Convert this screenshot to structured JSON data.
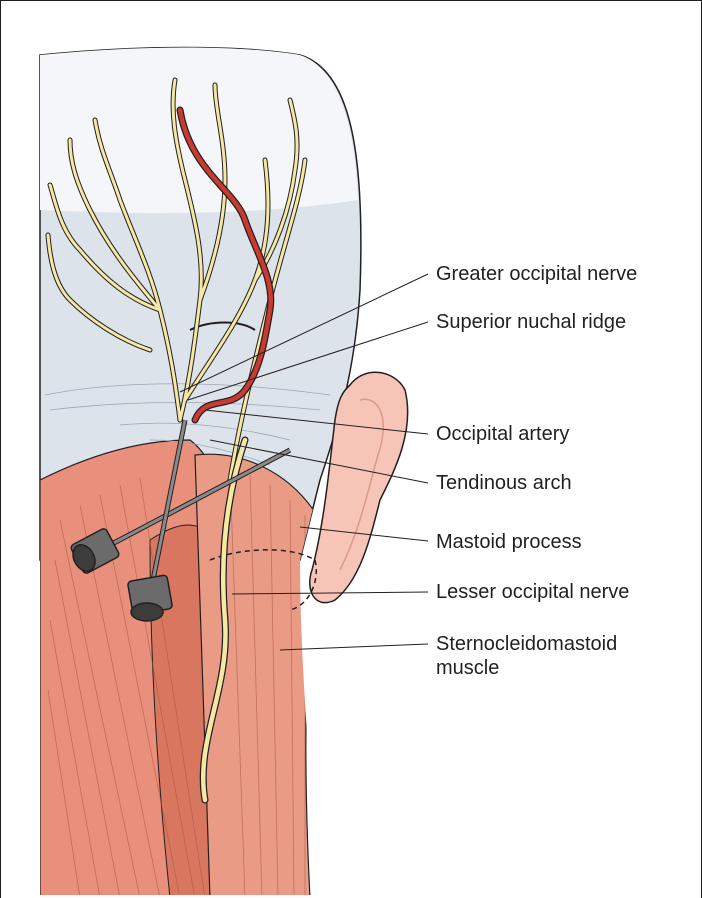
{
  "diagram": {
    "colors": {
      "skin": "#dde3ea",
      "muscle": "#e8907b",
      "muscle_dark": "#c4614c",
      "nerve": "#f5e7a4",
      "artery": "#c93b30",
      "ear": "#f6c5b7",
      "outline": "#231f20",
      "needle": "#5a5a5a"
    },
    "labels": [
      {
        "id": "greater-occipital-nerve",
        "text": "Greater occipital nerve"
      },
      {
        "id": "superior-nuchal-ridge",
        "text": "Superior nuchal ridge"
      },
      {
        "id": "occipital-artery",
        "text": "Occipital artery"
      },
      {
        "id": "tendinous-arch",
        "text": "Tendinous arch"
      },
      {
        "id": "mastoid-process",
        "text": "Mastoid process"
      },
      {
        "id": "lesser-occipital-nerve",
        "text": "Lesser occipital nerve"
      },
      {
        "id": "sternocleidomastoid-muscle",
        "text": "Sternocleidomastoid\nmuscle"
      }
    ]
  }
}
